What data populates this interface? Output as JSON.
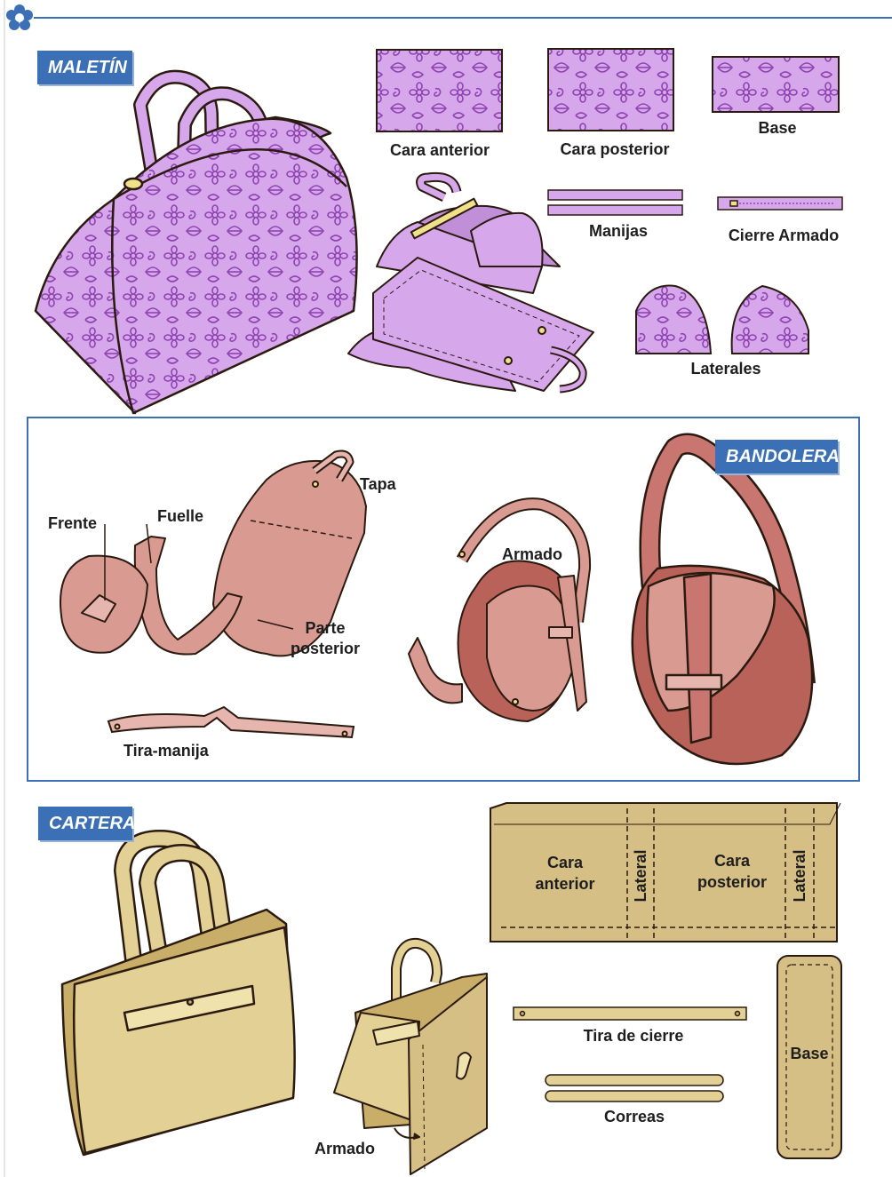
{
  "colors": {
    "frame_blue": "#3b6fb6",
    "maletin_fill": "#d7a7ec",
    "maletin_dark": "#8e44b0",
    "bandolera_fill": "#d99a92",
    "bandolera_dark": "#b8625a",
    "cartera_fill": "#e3d095",
    "cartera_dark": "#c8ae68",
    "outline": "#2a1a10"
  },
  "icons": {
    "corner": "flower-icon"
  },
  "sections": {
    "maletin": {
      "title": "MALETÍN",
      "labels": {
        "cara_anterior": "Cara anterior",
        "cara_posterior": "Cara posterior",
        "base": "Base",
        "manijas": "Manijas",
        "cierre": "Cierre Armado",
        "laterales": "Laterales"
      }
    },
    "bandolera": {
      "title": "BANDOLERA",
      "labels": {
        "tapa": "Tapa",
        "frente": "Frente",
        "fuelle": "Fuelle",
        "parte": "Parte",
        "posterior": "posterior",
        "armado": "Armado",
        "tira_manija": "Tira-manija"
      }
    },
    "cartera": {
      "title": "CARTERA",
      "labels": {
        "cara1": "Cara",
        "anterior": "anterior",
        "lateral1": "Lateral",
        "cara2": "Cara",
        "posterior": "posterior",
        "lateral2": "Lateral",
        "base": "Base",
        "tira_cierre": "Tira de cierre",
        "correas": "Correas",
        "armado": "Armado"
      }
    }
  }
}
